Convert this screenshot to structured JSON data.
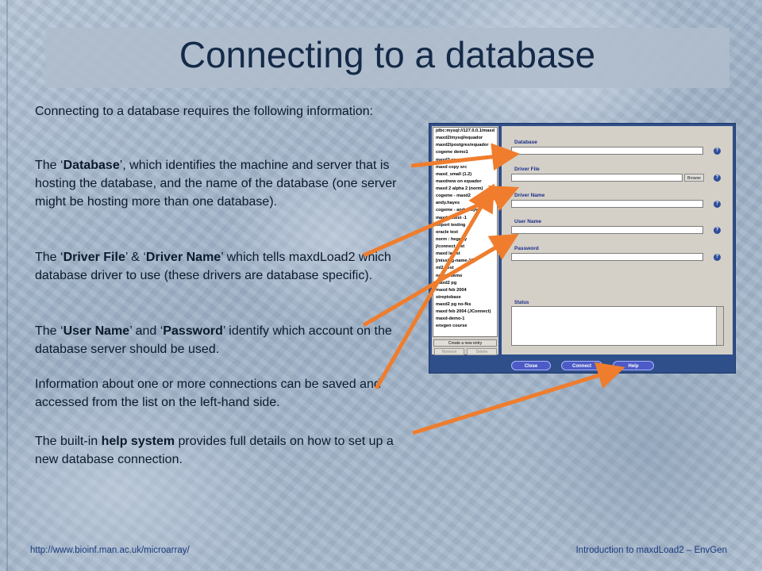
{
  "title": "Connecting to a database",
  "paragraphs": {
    "p1": "Connecting to a database requires the following information:",
    "p2_pre": "The ‘",
    "p2_b1": "Database",
    "p2_post": "’, which identifies the machine and server that is hosting the database, and the name of the database (one server might be hosting more than one database).",
    "p3_pre": "The ‘",
    "p3_b1": "Driver File",
    "p3_mid": "’ & ‘",
    "p3_b2": "Driver Name",
    "p3_post": "’ which tells maxdLoad2 which database driver to use (these drivers are database specific).",
    "p4_pre": "The ‘",
    "p4_b1": "User Name",
    "p4_mid": "’ and ‘",
    "p4_b2": "Password",
    "p4_post": "’ identify which account on the database server should be used.",
    "p5": "Information about one or more connections can be saved and accessed from the list on the left-hand side.",
    "p6_pre": "The built-in ",
    "p6_b1": "help system",
    "p6_post": " provides full details on how to set up a new database connection."
  },
  "footer": {
    "url": "http://www.bioinf.man.ac.uk/microarray/",
    "course": "Introduction to maxdLoad2 – EnvGen"
  },
  "app": {
    "connections": [
      "jdbc:mysql://127.0.0.1/maxd",
      "maxd2/mysql/equador",
      "maxd2/postgres/equador",
      "cogeme demo1",
      "maxd2 copy dest",
      "maxd copy src",
      "maxd_small (1.2)",
      "maxdnew on equador",
      "maxd 2 alpha 2 (norm)",
      "cogeme - maxd2",
      "andy.hayes",
      "cogeme - andy.hayes",
      "maxd_latest -1",
      "import testing",
      "oracle test",
      "norm : hegarty",
      "j/connect test",
      "maxd latest",
      "[missing-name-19]",
      "ml2_test",
      "nettab.demo",
      "maxd2 pg",
      "maxd feb 2004",
      "streptobase",
      "maxd2 pg no-fks",
      "maxd feb 2004 (JConnect)",
      "maxd-demo-1",
      "envgen course"
    ],
    "new_entry_label": "Create a new entry",
    "remove_label": "Remove",
    "delete_label": "Delete",
    "fields": {
      "database_label": "Database",
      "driver_file_label": "Driver File",
      "driver_name_label": "Driver Name",
      "user_name_label": "User Name",
      "password_label": "Password"
    },
    "browse_label": "Browse",
    "help_glyph": "?",
    "status_label": "Status",
    "buttons": {
      "close": "Close",
      "connect": "Connect",
      "help": "Help"
    }
  },
  "colors": {
    "arrow": "#ef7d2d",
    "title_text": "#142a48",
    "app_frame": "#2f4f8a",
    "link_blue": "#1a3a7c"
  }
}
